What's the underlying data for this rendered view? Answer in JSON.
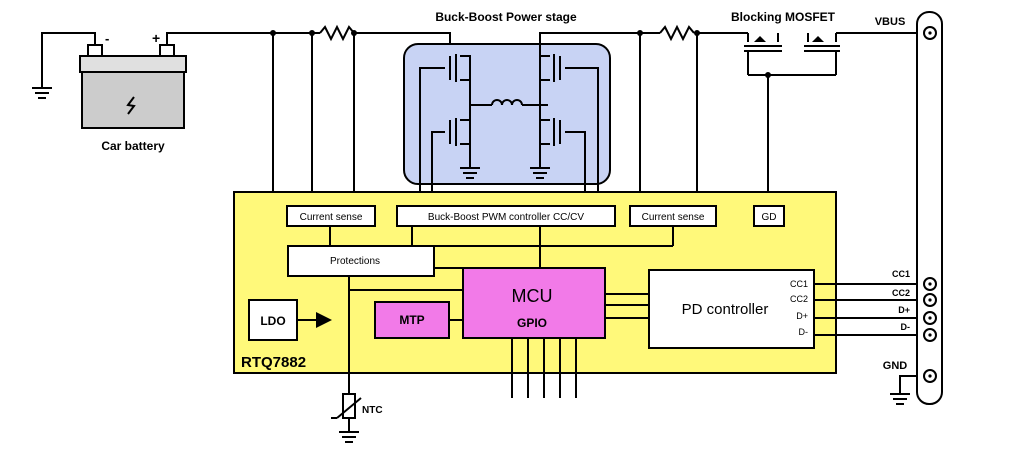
{
  "title_stage": "Buck-Boost Power stage",
  "title_blocking": "Blocking MOSFET",
  "battery": {
    "label": "Car battery",
    "minus": "-",
    "plus": "+"
  },
  "chip": {
    "name": "RTQ7882"
  },
  "blocks": {
    "current_sense_left": "Current sense",
    "pwm_controller": "Buck-Boost PWM controller CC/CV",
    "current_sense_right": "Current sense",
    "gd": "GD",
    "protections": "Protections",
    "ldo": "LDO",
    "mtp": "MTP",
    "mcu": "MCU",
    "gpio": "GPIO",
    "pd_controller": "PD controller"
  },
  "pd_pins": {
    "cc1": "CC1",
    "cc2": "CC2",
    "dplus": "D+",
    "dminus": "D-"
  },
  "connector_pins": {
    "vbus": "VBUS",
    "cc1": "CC1",
    "cc2": "CC2",
    "dplus": "D+",
    "dminus": "D-",
    "gnd": "GND"
  },
  "ntc": "NTC",
  "colors": {
    "chip_fill": "#fff97a",
    "stage_fill": "#c8d3f4",
    "mcu_fill": "#f27ae8",
    "battery_fill": "#cccccc"
  }
}
